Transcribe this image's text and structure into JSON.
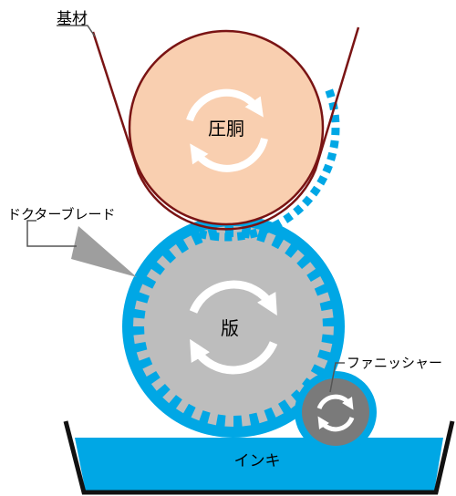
{
  "labels": {
    "substrate": "基材",
    "impression_cylinder": "圧胴",
    "doctor_blade": "ドクターブレード",
    "plate": "版",
    "furnisher": "ファニッシャー",
    "ink": "インキ"
  },
  "colors": {
    "substrate_line": "#7a1414",
    "impression_fill": "#f9cfb0",
    "ink": "#00a7e5",
    "plate_gray": "#bdbdbd",
    "furnisher_gray": "#7a7a7a",
    "blade": "#9e9e9e",
    "tray_border": "#111111",
    "leader_line": "#555555",
    "arrow": "#ffffff"
  },
  "icons": {
    "impression_rotation": "rotation-arrows-icon",
    "plate_rotation": "rotation-arrows-icon",
    "furnisher_rotation": "rotation-arrows-icon"
  }
}
